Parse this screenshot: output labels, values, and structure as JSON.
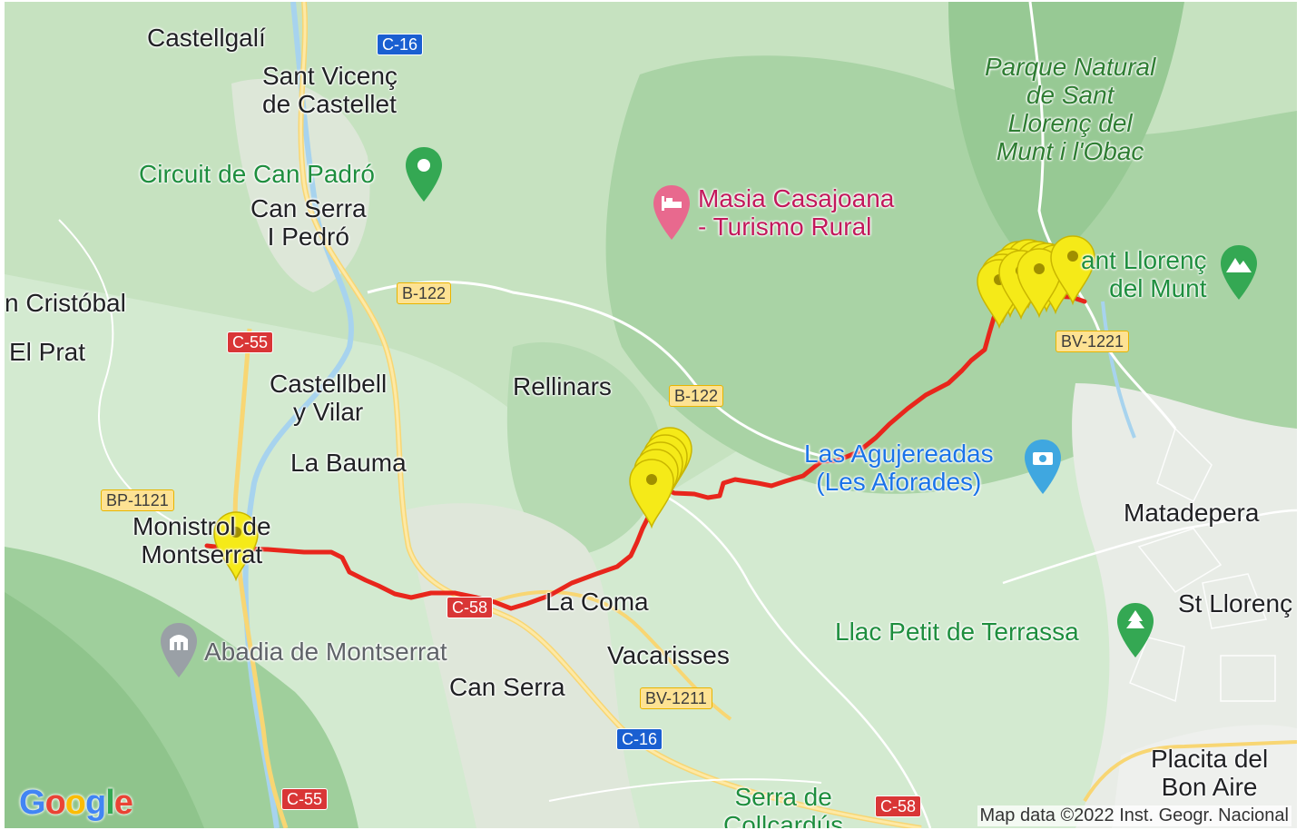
{
  "map": {
    "places": [
      {
        "label": "Castellgalí"
      },
      {
        "label": "Sant Vicenç\nde Castellet"
      },
      {
        "label": "Can Serra\nI Pedró"
      },
      {
        "label": "n Cristóbal"
      },
      {
        "label": "El Prat"
      },
      {
        "label": "Castellbell\ny Vilar"
      },
      {
        "label": "Rellinars"
      },
      {
        "label": "La Bauma"
      },
      {
        "label": "Monistrol de\nMontserrat"
      },
      {
        "label": "La Coma"
      },
      {
        "label": "Vacarisses"
      },
      {
        "label": "Can Serra"
      },
      {
        "label": "Matadepera"
      },
      {
        "label": "St Llorenç"
      },
      {
        "label": "Placita del\nBon Aire"
      },
      {
        "label": "Serra de\nCollcardús"
      },
      {
        "label": "ant Llorenç\ndel Munt"
      }
    ],
    "park_label": "Parque Natural\nde Sant\nLlorenç del\nMunt i l'Obac",
    "pois": [
      {
        "label": "Circuit de Can Padró",
        "icon": "green-pin-icon",
        "color": "#34a853"
      },
      {
        "label": "Masia Casajoana\n- Turismo Rural",
        "icon": "bed-pin-icon",
        "color": "#e8698e"
      },
      {
        "label": "Las Agujereadas\n(Les Aforades)",
        "icon": "camera-pin-icon",
        "color": "#3fa7e0"
      },
      {
        "label": "Llac Petit de Terrassa",
        "icon": "tree-pin-icon",
        "color": "#34a853"
      },
      {
        "label": "Abadia de Montserrat",
        "icon": "church-pin-icon",
        "color": "#9aa0a6"
      },
      {
        "label": "",
        "icon": "mountain-pin-icon",
        "color": "#34a853"
      }
    ],
    "road_shields": [
      {
        "label": "C-16",
        "style": "blue"
      },
      {
        "label": "B-122",
        "style": "yellow"
      },
      {
        "label": "C-55",
        "style": "red"
      },
      {
        "label": "B-122",
        "style": "yellow"
      },
      {
        "label": "BV-1221",
        "style": "yellow"
      },
      {
        "label": "BP-1121",
        "style": "yellow"
      },
      {
        "label": "C-58",
        "style": "red"
      },
      {
        "label": "BV-1211",
        "style": "yellow"
      },
      {
        "label": "C-16",
        "style": "blue"
      },
      {
        "label": "C-55",
        "style": "red"
      },
      {
        "label": "C-58",
        "style": "red"
      }
    ],
    "route": {
      "color": "#e8261c",
      "marker_color": "#f5ea18"
    },
    "logo": "Google",
    "attribution": "Map data ©2022 Inst. Geogr. Nacional"
  }
}
